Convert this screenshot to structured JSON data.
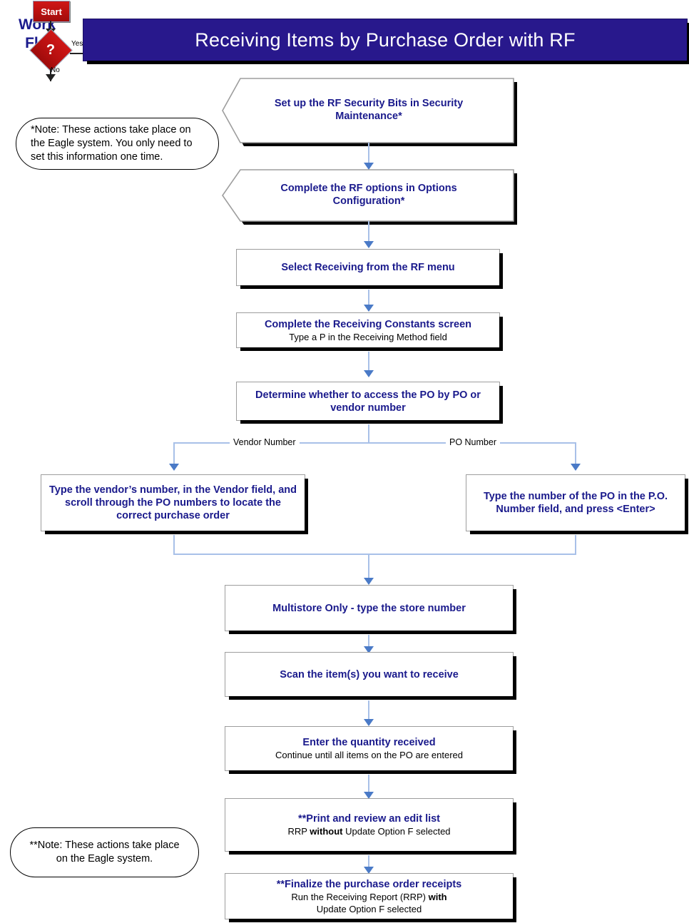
{
  "legend": {
    "title_line1": "Work",
    "title_line2": "Flow",
    "start_label": "Start",
    "decision_glyph": "?",
    "yes_label": "Yes",
    "no_label": "No"
  },
  "header": {
    "title": "Receiving Items by Purchase Order with RF",
    "background_color": "#28188c",
    "text_color": "#ffffff"
  },
  "colors": {
    "node_text": "#1a1a8c",
    "connector_line": "#a8c0e8",
    "arrow_head": "#4a7ac7",
    "box_border": "#9d9d9d",
    "shadow": "#000000",
    "legend_red": "#b81010"
  },
  "notes": [
    {
      "id": "note-one-time",
      "text": "*Note: These actions take place on the Eagle system. You only need to set this information one time."
    },
    {
      "id": "note-eagle",
      "text": "**Note: These actions take place on the Eagle system."
    }
  ],
  "branch_labels": {
    "left": "Vendor Number",
    "right": "PO Number"
  },
  "nodes": [
    {
      "id": "setup-security-bits",
      "shape": "hexagon",
      "title": "Set up the RF Security Bits in Security Maintenance*",
      "sub": ""
    },
    {
      "id": "complete-rf-options",
      "shape": "hexagon",
      "title": "Complete the RF options in Options Configuration*",
      "sub": ""
    },
    {
      "id": "select-receiving",
      "shape": "process",
      "title": "Select Receiving from the RF menu",
      "sub": ""
    },
    {
      "id": "receiving-constants",
      "shape": "process",
      "title": "Complete the Receiving Constants screen",
      "sub": "Type a P in the Receiving Method field"
    },
    {
      "id": "determine-access",
      "shape": "process",
      "title": "Determine whether to access the PO by PO or vendor number",
      "sub": ""
    },
    {
      "id": "vendor-branch",
      "shape": "process",
      "title": "Type the vendor’s number, in the Vendor field, and scroll through the PO numbers to locate the correct purchase order",
      "sub": ""
    },
    {
      "id": "po-branch",
      "shape": "process",
      "title": "Type the number of the PO in the P.O. Number field, and press <Enter>",
      "sub": ""
    },
    {
      "id": "multistore-store-number",
      "shape": "process",
      "title": "Multistore Only - type the store number",
      "sub": ""
    },
    {
      "id": "scan-items",
      "shape": "process",
      "title": "Scan the item(s) you want to receive",
      "sub": ""
    },
    {
      "id": "enter-quantity",
      "shape": "process",
      "title": "Enter the quantity received",
      "sub": "Continue until all items on the PO are entered"
    },
    {
      "id": "print-edit-list",
      "shape": "process",
      "title": "**Print and review an edit list",
      "sub_pre": "RRP ",
      "sub_bold": "without",
      "sub_post": " Update Option F selected"
    },
    {
      "id": "finalize-receipts",
      "shape": "process",
      "title": "**Finalize the purchase order receipts",
      "sub_pre": "Run the Receiving Report (RRP) ",
      "sub_bold": "with",
      "sub_post": "",
      "sub_line2": "Update Option F selected"
    }
  ]
}
